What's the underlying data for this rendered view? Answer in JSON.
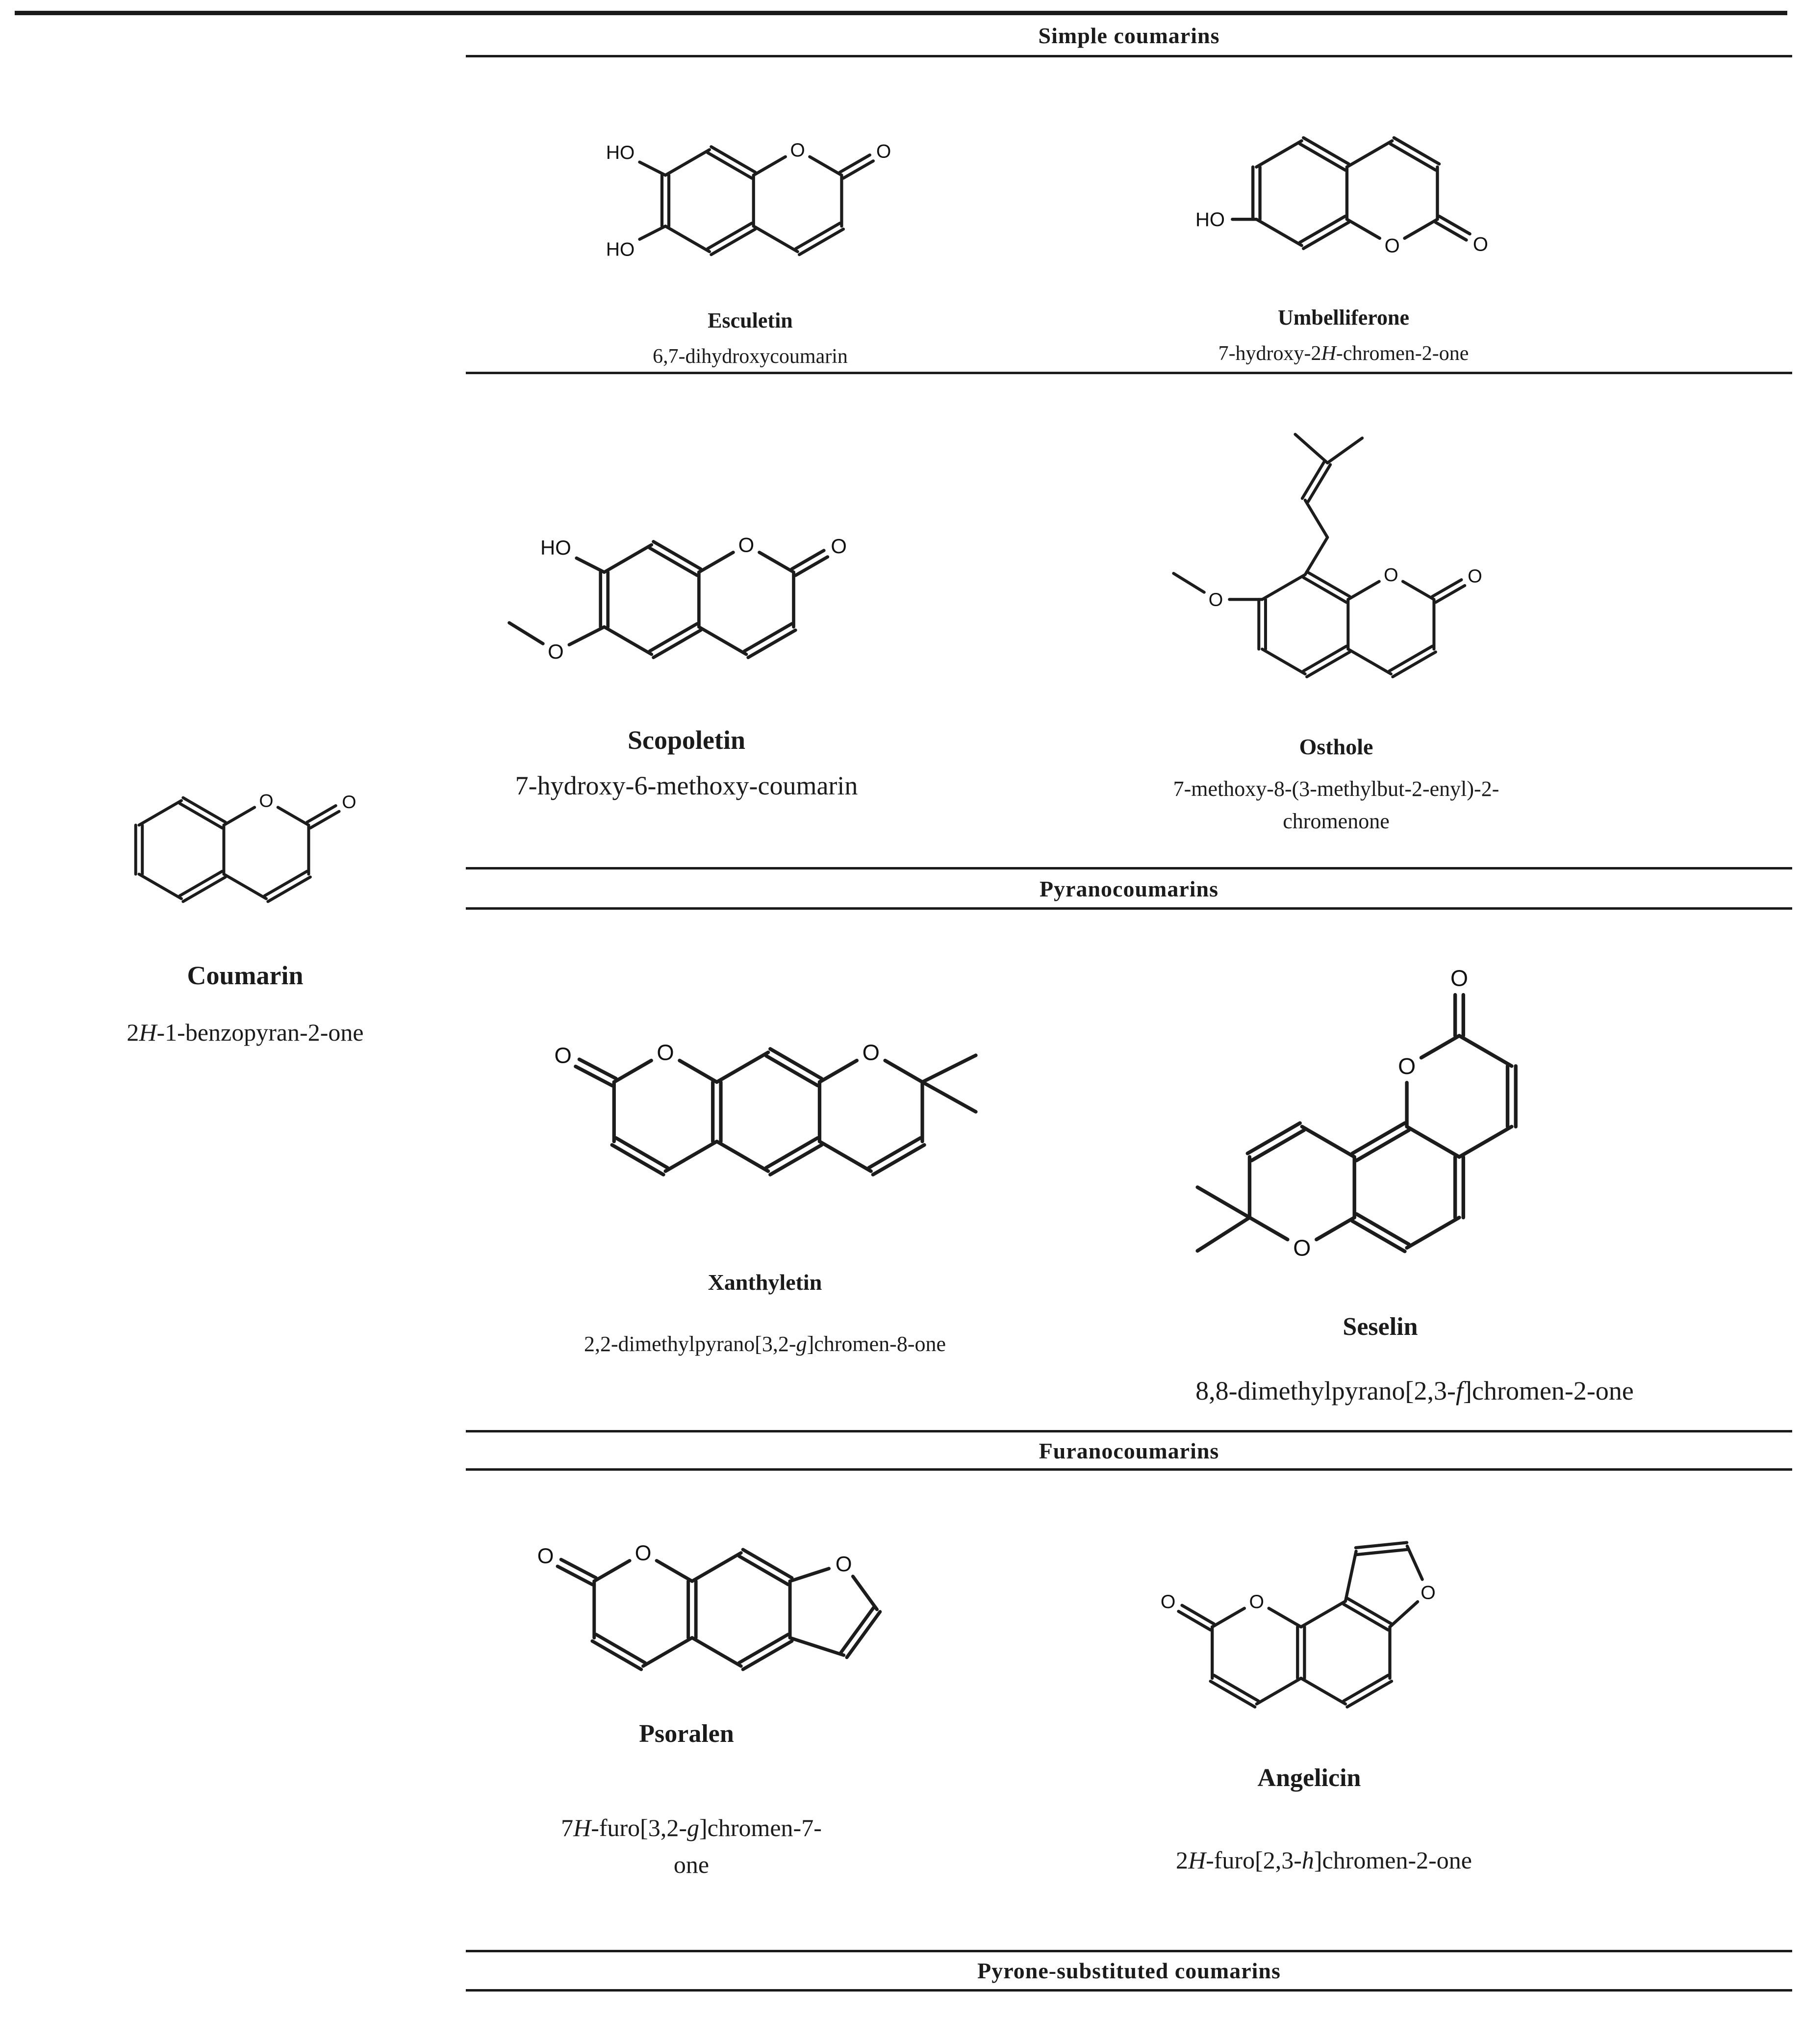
{
  "page": {
    "background": "#ffffff",
    "ink": "#1b1b1b"
  },
  "sections": {
    "simple": "Simple coumarins",
    "pyrano": "Pyranocoumarins",
    "furano": "Furanocoumarins",
    "pyrone": "Pyrone-substituted coumarins"
  },
  "structures": {
    "coumarin": {
      "name": "Coumarin",
      "iupac": "2*H*-1-benzopyran-2-one",
      "mol": {
        "atoms": [
          [
            80,
            55
          ],
          [
            114.6,
            75
          ],
          [
            114.6,
            115
          ],
          [
            80,
            135
          ],
          [
            45.4,
            115
          ],
          [
            45.4,
            75
          ],
          [
            149.2,
            55,
            "O"
          ],
          [
            183.8,
            75
          ],
          [
            183.8,
            115
          ],
          [
            149.2,
            135
          ],
          [
            216.8,
            56,
            "O"
          ]
        ],
        "bonds": [
          [
            0,
            1,
            2
          ],
          [
            1,
            2,
            1
          ],
          [
            2,
            3,
            2
          ],
          [
            3,
            4,
            1
          ],
          [
            4,
            5,
            2
          ],
          [
            5,
            0,
            1
          ],
          [
            1,
            6,
            1
          ],
          [
            6,
            7,
            1
          ],
          [
            7,
            8,
            1
          ],
          [
            8,
            9,
            2
          ],
          [
            9,
            2,
            1
          ],
          [
            7,
            10,
            2
          ]
        ]
      }
    },
    "esculetin": {
      "name": "Esculetin",
      "iupac": "6,7-dihydroxycoumarin",
      "mol": {
        "atoms": [
          [
            80,
            55
          ],
          [
            114.6,
            75
          ],
          [
            114.6,
            115
          ],
          [
            80,
            135
          ],
          [
            45.4,
            115
          ],
          [
            45.4,
            75
          ],
          [
            149.2,
            55,
            "O"
          ],
          [
            183.8,
            75
          ],
          [
            183.8,
            115
          ],
          [
            149.2,
            135
          ],
          [
            216.8,
            56,
            "O"
          ],
          [
            10,
            57,
            "HO"
          ],
          [
            10,
            133,
            "HO"
          ]
        ],
        "bonds": [
          [
            0,
            1,
            2
          ],
          [
            1,
            2,
            1
          ],
          [
            2,
            3,
            2
          ],
          [
            3,
            4,
            1
          ],
          [
            4,
            5,
            2
          ],
          [
            5,
            0,
            1
          ],
          [
            1,
            6,
            1
          ],
          [
            6,
            7,
            1
          ],
          [
            7,
            8,
            1
          ],
          [
            8,
            9,
            2
          ],
          [
            9,
            2,
            1
          ],
          [
            7,
            10,
            2
          ],
          [
            5,
            11,
            1
          ],
          [
            4,
            12,
            1
          ]
        ]
      }
    },
    "umbelliferone": {
      "name": "Umbelliferone",
      "iupac": "7-hydroxy-2*H*-chromen-2-one",
      "mol": {
        "atoms": [
          [
            80,
            45
          ],
          [
            114.6,
            65
          ],
          [
            114.6,
            105
          ],
          [
            80,
            125
          ],
          [
            45.4,
            105
          ],
          [
            45.4,
            65
          ],
          [
            149.2,
            45
          ],
          [
            183.8,
            65
          ],
          [
            183.8,
            105
          ],
          [
            149.2,
            125,
            "O"
          ],
          [
            216.8,
            124,
            "O"
          ],
          [
            10,
            105,
            "HO"
          ]
        ],
        "bonds": [
          [
            0,
            1,
            2
          ],
          [
            1,
            2,
            1
          ],
          [
            2,
            3,
            2
          ],
          [
            3,
            4,
            1
          ],
          [
            4,
            5,
            2
          ],
          [
            5,
            0,
            1
          ],
          [
            1,
            6,
            1
          ],
          [
            6,
            7,
            2
          ],
          [
            7,
            8,
            1
          ],
          [
            8,
            9,
            1
          ],
          [
            9,
            2,
            1
          ],
          [
            8,
            10,
            2
          ],
          [
            4,
            11,
            1
          ]
        ]
      }
    },
    "scopoletin": {
      "name": "Scopoletin",
      "iupac": "7-hydroxy-6-methoxy-coumarin",
      "mol": {
        "atoms": [
          [
            80,
            55
          ],
          [
            114.6,
            75
          ],
          [
            114.6,
            115
          ],
          [
            80,
            135
          ],
          [
            45.4,
            115
          ],
          [
            45.4,
            75
          ],
          [
            149.2,
            55,
            "O"
          ],
          [
            183.8,
            75
          ],
          [
            183.8,
            115
          ],
          [
            149.2,
            135
          ],
          [
            216.8,
            56,
            "O"
          ],
          [
            10,
            57,
            "HO"
          ],
          [
            10,
            133,
            "O"
          ],
          [
            -24,
            112
          ]
        ],
        "bonds": [
          [
            0,
            1,
            2
          ],
          [
            1,
            2,
            1
          ],
          [
            2,
            3,
            2
          ],
          [
            3,
            4,
            1
          ],
          [
            4,
            5,
            2
          ],
          [
            5,
            0,
            1
          ],
          [
            1,
            6,
            1
          ],
          [
            6,
            7,
            1
          ],
          [
            7,
            8,
            1
          ],
          [
            8,
            9,
            2
          ],
          [
            9,
            2,
            1
          ],
          [
            7,
            10,
            2
          ],
          [
            5,
            11,
            1
          ],
          [
            4,
            12,
            1
          ],
          [
            12,
            13,
            1
          ]
        ]
      }
    },
    "osthole": {
      "name": "Osthole",
      "iupac": "7-methoxy-8-(3-methylbut-2-enyl)-2-chromenone",
      "mol": {
        "atoms": [
          [
            80,
            165
          ],
          [
            114.6,
            185
          ],
          [
            114.6,
            225
          ],
          [
            80,
            245
          ],
          [
            45.4,
            225
          ],
          [
            45.4,
            185
          ],
          [
            149.2,
            165,
            "O"
          ],
          [
            183.8,
            185
          ],
          [
            183.8,
            225
          ],
          [
            149.2,
            245
          ],
          [
            216.8,
            166,
            "O"
          ],
          [
            8,
            185,
            "O"
          ],
          [
            -26,
            164
          ],
          [
            98,
            135
          ],
          [
            80,
            105
          ],
          [
            98,
            75
          ],
          [
            72,
            52
          ],
          [
            126,
            55
          ]
        ],
        "bonds": [
          [
            0,
            1,
            2
          ],
          [
            1,
            2,
            1
          ],
          [
            2,
            3,
            2
          ],
          [
            3,
            4,
            1
          ],
          [
            4,
            5,
            2
          ],
          [
            5,
            0,
            1
          ],
          [
            1,
            6,
            1
          ],
          [
            6,
            7,
            1
          ],
          [
            7,
            8,
            1
          ],
          [
            8,
            9,
            2
          ],
          [
            9,
            2,
            1
          ],
          [
            7,
            10,
            2
          ],
          [
            5,
            11,
            1
          ],
          [
            11,
            12,
            1
          ],
          [
            0,
            13,
            1
          ],
          [
            13,
            14,
            1
          ],
          [
            14,
            15,
            2
          ],
          [
            15,
            16,
            1
          ],
          [
            15,
            17,
            1
          ]
        ]
      }
    },
    "xanthyletin": {
      "name": "Xanthyletin",
      "iupac": "2,2-dimethylpyrano[3,2-*g*]chromen-8-one",
      "mol": {
        "atoms": [
          [
            11,
            57,
            "O"
          ],
          [
            45.4,
            75
          ],
          [
            80,
            55,
            "O"
          ],
          [
            114.6,
            75
          ],
          [
            114.6,
            115
          ],
          [
            80,
            135
          ],
          [
            45.4,
            115
          ],
          [
            149.2,
            55
          ],
          [
            183.8,
            75
          ],
          [
            183.8,
            115
          ],
          [
            149.2,
            135
          ],
          [
            218.4,
            55,
            "O"
          ],
          [
            253,
            75
          ],
          [
            253,
            115
          ],
          [
            218.4,
            135
          ],
          [
            289,
            57
          ],
          [
            289,
            95
          ]
        ],
        "bonds": [
          [
            1,
            0,
            2
          ],
          [
            1,
            2,
            1
          ],
          [
            2,
            3,
            1
          ],
          [
            3,
            4,
            2
          ],
          [
            4,
            5,
            1
          ],
          [
            5,
            6,
            2
          ],
          [
            6,
            1,
            1
          ],
          [
            3,
            7,
            1
          ],
          [
            7,
            8,
            2
          ],
          [
            8,
            9,
            1
          ],
          [
            9,
            10,
            2
          ],
          [
            10,
            4,
            1
          ],
          [
            8,
            11,
            1
          ],
          [
            11,
            12,
            1
          ],
          [
            12,
            13,
            1
          ],
          [
            13,
            14,
            2
          ],
          [
            14,
            9,
            1
          ],
          [
            12,
            15,
            1
          ],
          [
            12,
            16,
            1
          ]
        ]
      }
    },
    "seselin": {
      "name": "Seselin",
      "iupac": "8,8-dimethylpyrano[2,3-*f*]chromen-2-one",
      "mol": {
        "atoms": [
          [
            149.2,
            115
          ],
          [
            183.8,
            135
          ],
          [
            183.8,
            175
          ],
          [
            149.2,
            195
          ],
          [
            114.6,
            175
          ],
          [
            114.6,
            135
          ],
          [
            149.2,
            75,
            "O"
          ],
          [
            183.8,
            55
          ],
          [
            183.8,
            17,
            "O"
          ],
          [
            218.4,
            75
          ],
          [
            218.4,
            115
          ],
          [
            80,
            115
          ],
          [
            45.4,
            135
          ],
          [
            45.4,
            175
          ],
          [
            80,
            195,
            "O"
          ],
          [
            11,
            155
          ],
          [
            11,
            197
          ]
        ],
        "bonds": [
          [
            0,
            1,
            1
          ],
          [
            1,
            2,
            2
          ],
          [
            2,
            3,
            1
          ],
          [
            3,
            4,
            2
          ],
          [
            4,
            5,
            1
          ],
          [
            5,
            0,
            2
          ],
          [
            0,
            6,
            1
          ],
          [
            6,
            7,
            1
          ],
          [
            7,
            8,
            2
          ],
          [
            7,
            9,
            1
          ],
          [
            9,
            10,
            2
          ],
          [
            10,
            1,
            1
          ],
          [
            5,
            11,
            1
          ],
          [
            11,
            12,
            2
          ],
          [
            12,
            13,
            1
          ],
          [
            13,
            14,
            1
          ],
          [
            14,
            4,
            1
          ],
          [
            13,
            15,
            1
          ],
          [
            13,
            16,
            1
          ]
        ]
      }
    },
    "psoralen": {
      "name": "Psoralen",
      "iupac": "7*H*-furo[3,2-*g*]chromen-7-one",
      "mol": {
        "atoms": [
          [
            11,
            57,
            "O"
          ],
          [
            45.4,
            75
          ],
          [
            80,
            55,
            "O"
          ],
          [
            114.6,
            75
          ],
          [
            114.6,
            115
          ],
          [
            80,
            135
          ],
          [
            45.4,
            115
          ],
          [
            149.2,
            55
          ],
          [
            183.8,
            75
          ],
          [
            183.8,
            115
          ],
          [
            149.2,
            135
          ],
          [
            221.8,
            62.7,
            "O"
          ],
          [
            245.3,
            95
          ],
          [
            221.8,
            127.3
          ]
        ],
        "bonds": [
          [
            1,
            0,
            2
          ],
          [
            1,
            2,
            1
          ],
          [
            2,
            3,
            1
          ],
          [
            3,
            4,
            2
          ],
          [
            4,
            5,
            1
          ],
          [
            5,
            6,
            2
          ],
          [
            6,
            1,
            1
          ],
          [
            3,
            7,
            1
          ],
          [
            7,
            8,
            2
          ],
          [
            8,
            9,
            1
          ],
          [
            9,
            10,
            2
          ],
          [
            10,
            4,
            1
          ],
          [
            8,
            11,
            1
          ],
          [
            11,
            12,
            1
          ],
          [
            12,
            13,
            2
          ],
          [
            13,
            9,
            1
          ]
        ]
      }
    },
    "angelicin": {
      "name": "Angelicin",
      "iupac": "2*H*-furo[2,3-*h*]chromen-2-one",
      "mol": {
        "atoms": [
          [
            11,
            95,
            "O"
          ],
          [
            45.4,
            115
          ],
          [
            80,
            95,
            "O"
          ],
          [
            114.6,
            115
          ],
          [
            114.6,
            155
          ],
          [
            80,
            175
          ],
          [
            45.4,
            155
          ],
          [
            149.2,
            95
          ],
          [
            183.8,
            115
          ],
          [
            183.8,
            155
          ],
          [
            149.2,
            175
          ],
          [
            213.6,
            88,
            "O"
          ],
          [
            197.3,
            52
          ],
          [
            157.5,
            56
          ]
        ],
        "bonds": [
          [
            1,
            0,
            2
          ],
          [
            1,
            2,
            1
          ],
          [
            2,
            3,
            1
          ],
          [
            3,
            4,
            2
          ],
          [
            4,
            5,
            1
          ],
          [
            5,
            6,
            2
          ],
          [
            6,
            1,
            1
          ],
          [
            3,
            7,
            1
          ],
          [
            7,
            8,
            2
          ],
          [
            8,
            9,
            1
          ],
          [
            9,
            10,
            2
          ],
          [
            10,
            4,
            1
          ],
          [
            8,
            11,
            1
          ],
          [
            11,
            12,
            1
          ],
          [
            12,
            13,
            2
          ],
          [
            13,
            7,
            1
          ]
        ]
      }
    }
  }
}
